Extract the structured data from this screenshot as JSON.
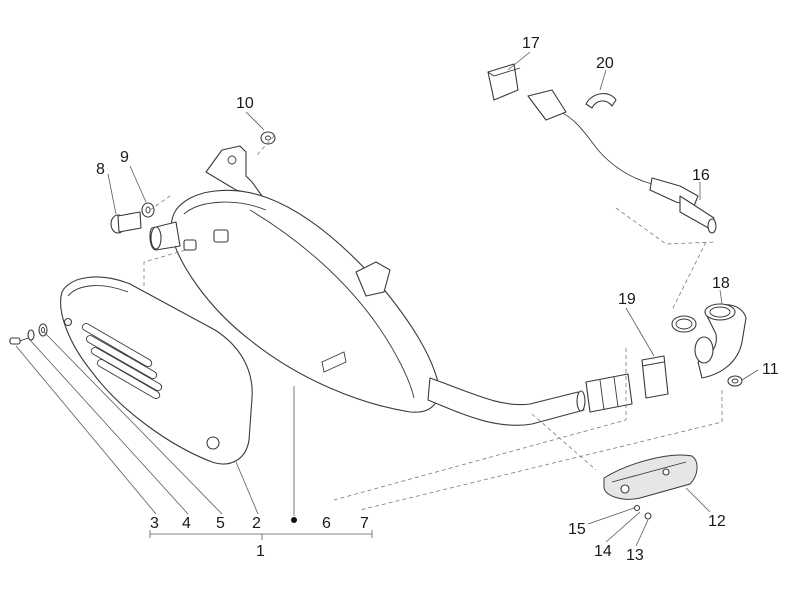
{
  "callouts": {
    "c1": "1",
    "c2": "2",
    "c3": "3",
    "c4": "4",
    "c5": "5",
    "c6": "6",
    "c7": "7",
    "c8": "8",
    "c9": "9",
    "c10": "10",
    "c11": "11",
    "c12": "12",
    "c13": "13",
    "c14": "14",
    "c15": "15",
    "c16": "16",
    "c17": "17",
    "c18": "18",
    "c19": "19",
    "c20": "20"
  },
  "colors": {
    "line": "#3a3a3a",
    "leader": "#7a7a7a",
    "background": "#ffffff"
  }
}
